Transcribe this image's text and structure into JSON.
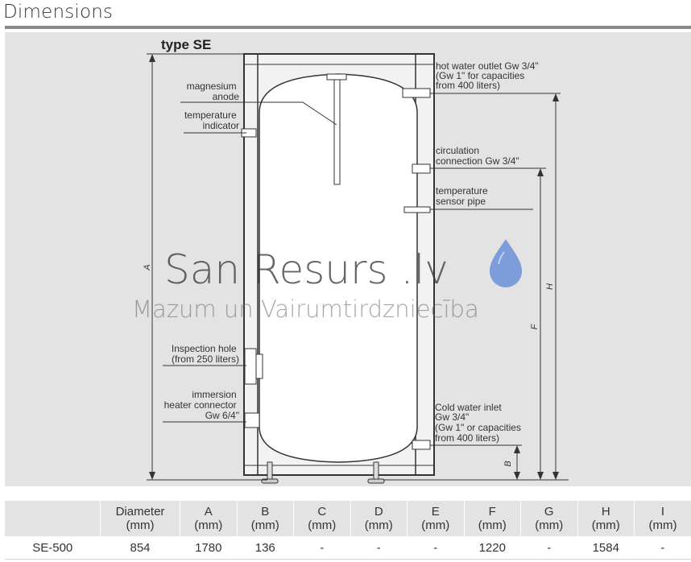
{
  "page": {
    "title": "Dimensions"
  },
  "diagram": {
    "type_label": "type SE",
    "labels": {
      "magnesium_anode": [
        "magnesium",
        "anode"
      ],
      "temperature_indicator": [
        "temperature",
        "indicator"
      ],
      "inspection_hole": [
        "Inspection hole",
        "(from 250 liters)"
      ],
      "immersion_heater": [
        "immersion",
        "heater connector",
        "Gw 6/4\""
      ],
      "hot_water_outlet": [
        "hot water outlet Gw 3/4\"",
        "(Gw 1\" for capacities",
        "from 400 liters)"
      ],
      "circulation_connection": [
        "circulation",
        "connection Gw 3/4\""
      ],
      "temperature_sensor_pipe": [
        "temperature",
        "sensor pipe"
      ],
      "cold_water_inlet": [
        "Cold water inlet",
        "Gw 3/4\"",
        "(Gw 1\" or capacities",
        "from 400 liters)"
      ]
    },
    "dimension_letters": {
      "A": "A",
      "H": "H",
      "F": "F",
      "B": "B"
    },
    "watermark": {
      "brand": "San Resurs .lv",
      "tagline": "Mazum un Vairumtirdzniecība"
    },
    "colors": {
      "panel": "#e3e3e3",
      "lines": "#333333",
      "tank_fill": "#ffffff",
      "drop": "#6a8fd8"
    }
  },
  "specs_table": {
    "headers": [
      [
        "",
        ""
      ],
      [
        "Diameter",
        "(mm)"
      ],
      [
        "A",
        "(mm)"
      ],
      [
        "B",
        "(mm)"
      ],
      [
        "C",
        "(mm)"
      ],
      [
        "D",
        "(mm)"
      ],
      [
        "E",
        "(mm)"
      ],
      [
        "F",
        "(mm)"
      ],
      [
        "G",
        "(mm)"
      ],
      [
        "H",
        "(mm)"
      ],
      [
        "I",
        "(mm)"
      ]
    ],
    "rows": [
      [
        "SE-500",
        "854",
        "1780",
        "136",
        "-",
        "-",
        "-",
        "1220",
        "-",
        "1584",
        "-"
      ]
    ]
  }
}
